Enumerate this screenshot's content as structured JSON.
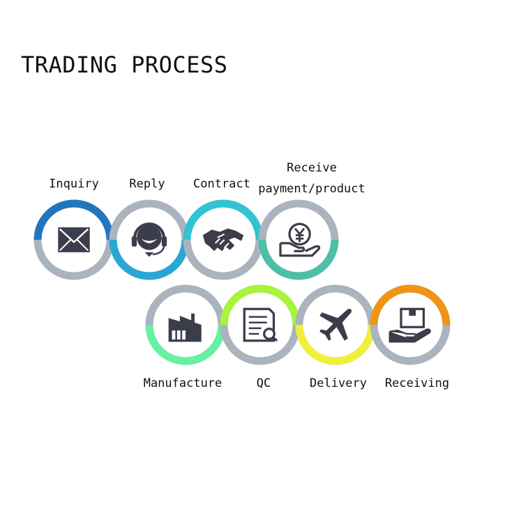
{
  "title": "TRADING PROCESS",
  "colors": {
    "ring_base": "#aab3be",
    "icon": "#3b3d4a"
  },
  "steps": [
    {
      "id": "inquiry",
      "label": [
        "Inquiry"
      ],
      "icon": "envelope-icon",
      "accent": "#2276c0"
    },
    {
      "id": "reply",
      "label": [
        "Reply"
      ],
      "icon": "headset-agent-icon",
      "accent": "#2aa6d4"
    },
    {
      "id": "contract",
      "label": [
        "Contract"
      ],
      "icon": "handshake-icon",
      "accent": "#30c3d1"
    },
    {
      "id": "receive-payment",
      "label": [
        "Receive",
        "payment/product"
      ],
      "icon": "yen-hand-icon",
      "accent": "#4dbfa8"
    },
    {
      "id": "manufacture",
      "label": [
        "Manufacture"
      ],
      "icon": "factory-icon",
      "accent": "#66f0a4"
    },
    {
      "id": "qc",
      "label": [
        "QC"
      ],
      "icon": "document-search-icon",
      "accent": "#a6f53a"
    },
    {
      "id": "delivery",
      "label": [
        "Delivery"
      ],
      "icon": "airplane-icon",
      "accent": "#eef03a"
    },
    {
      "id": "receiving",
      "label": [
        "Receiving"
      ],
      "icon": "box-hand-icon",
      "accent": "#ef9416"
    }
  ]
}
